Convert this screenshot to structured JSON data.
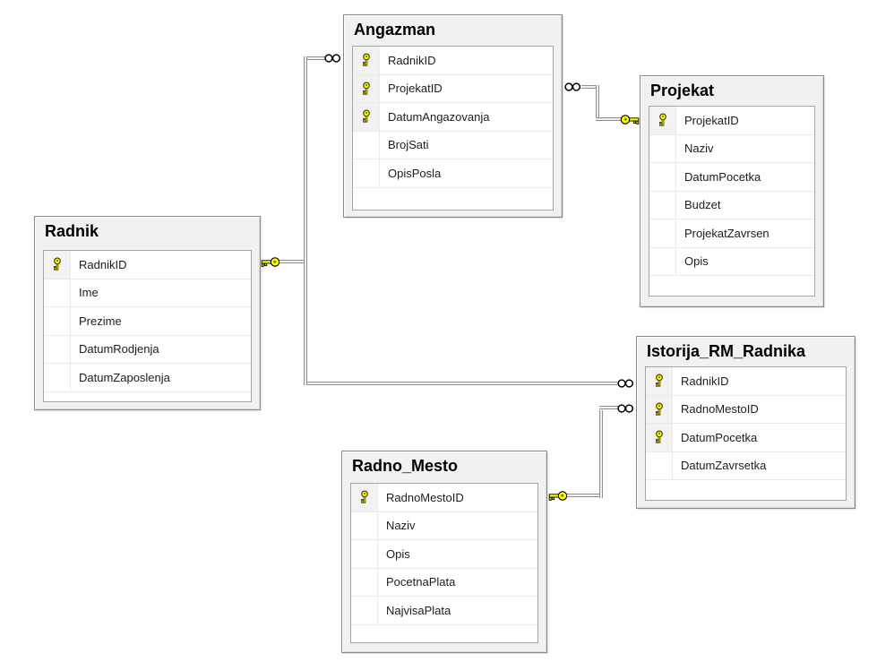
{
  "diagram": {
    "tool": "database-diagram-designer",
    "tables": [
      {
        "name": "Angazman",
        "columns": [
          {
            "name": "RadnikID",
            "pk": true
          },
          {
            "name": "ProjekatID",
            "pk": true
          },
          {
            "name": "DatumAngazovanja",
            "pk": true
          },
          {
            "name": "BrojSati",
            "pk": false
          },
          {
            "name": "OpisPosla",
            "pk": false
          }
        ]
      },
      {
        "name": "Projekat",
        "columns": [
          {
            "name": "ProjekatID",
            "pk": true
          },
          {
            "name": "Naziv",
            "pk": false
          },
          {
            "name": "DatumPocetka",
            "pk": false
          },
          {
            "name": "Budzet",
            "pk": false
          },
          {
            "name": "ProjekatZavrsen",
            "pk": false
          },
          {
            "name": "Opis",
            "pk": false
          }
        ]
      },
      {
        "name": "Radnik",
        "columns": [
          {
            "name": "RadnikID",
            "pk": true
          },
          {
            "name": "Ime",
            "pk": false
          },
          {
            "name": "Prezime",
            "pk": false
          },
          {
            "name": "DatumRodjenja",
            "pk": false
          },
          {
            "name": "DatumZaposlenja",
            "pk": false
          }
        ]
      },
      {
        "name": "Istorija_RM_Radnika",
        "columns": [
          {
            "name": "RadnikID",
            "pk": true
          },
          {
            "name": "RadnoMestoID",
            "pk": true
          },
          {
            "name": "DatumPocetka",
            "pk": true
          },
          {
            "name": "DatumZavrsetka",
            "pk": false
          }
        ]
      },
      {
        "name": "Radno_Mesto",
        "columns": [
          {
            "name": "RadnoMestoID",
            "pk": true
          },
          {
            "name": "Naziv",
            "pk": false
          },
          {
            "name": "Opis",
            "pk": false
          },
          {
            "name": "PocetnaPlata",
            "pk": false
          },
          {
            "name": "NajvisaPlata",
            "pk": false
          }
        ]
      }
    ],
    "relationships": [
      {
        "one_side": "Radnik.RadnikID",
        "many_side": "Angazman.RadnikID",
        "one_symbol": "key-cardinality-icon",
        "many_symbol": "infinity-cardinality-icon"
      },
      {
        "one_side": "Projekat.ProjekatID",
        "many_side": "Angazman.ProjekatID",
        "one_symbol": "key-cardinality-icon",
        "many_symbol": "infinity-cardinality-icon"
      },
      {
        "one_side": "Radnik.RadnikID",
        "many_side": "Istorija_RM_Radnika.RadnikID",
        "one_symbol": "key-cardinality-icon",
        "many_symbol": "infinity-cardinality-icon"
      },
      {
        "one_side": "Radno_Mesto.RadnoMestoID",
        "many_side": "Istorija_RM_Radnika.RadnoMestoID",
        "one_symbol": "key-cardinality-icon",
        "many_symbol": "infinity-cardinality-icon"
      }
    ],
    "icons": {
      "primary_key": "primary-key-icon",
      "one_cardinality": "key-cardinality-icon",
      "many_cardinality": "infinity-cardinality-icon"
    },
    "colors": {
      "canvas_bg": "#ffffff",
      "table_frame_bg": "#f1f1f1",
      "table_frame_border": "#8a8a8a",
      "rows_bg": "#ffffff",
      "rows_border": "#a6a6a6",
      "row_separator": "#ebebeb",
      "pk_cell_bg": "#f2f2f2",
      "key_yellow": "#ffff00",
      "connector_gray": "#8f8f8f",
      "text": "#1c1c1c"
    }
  }
}
